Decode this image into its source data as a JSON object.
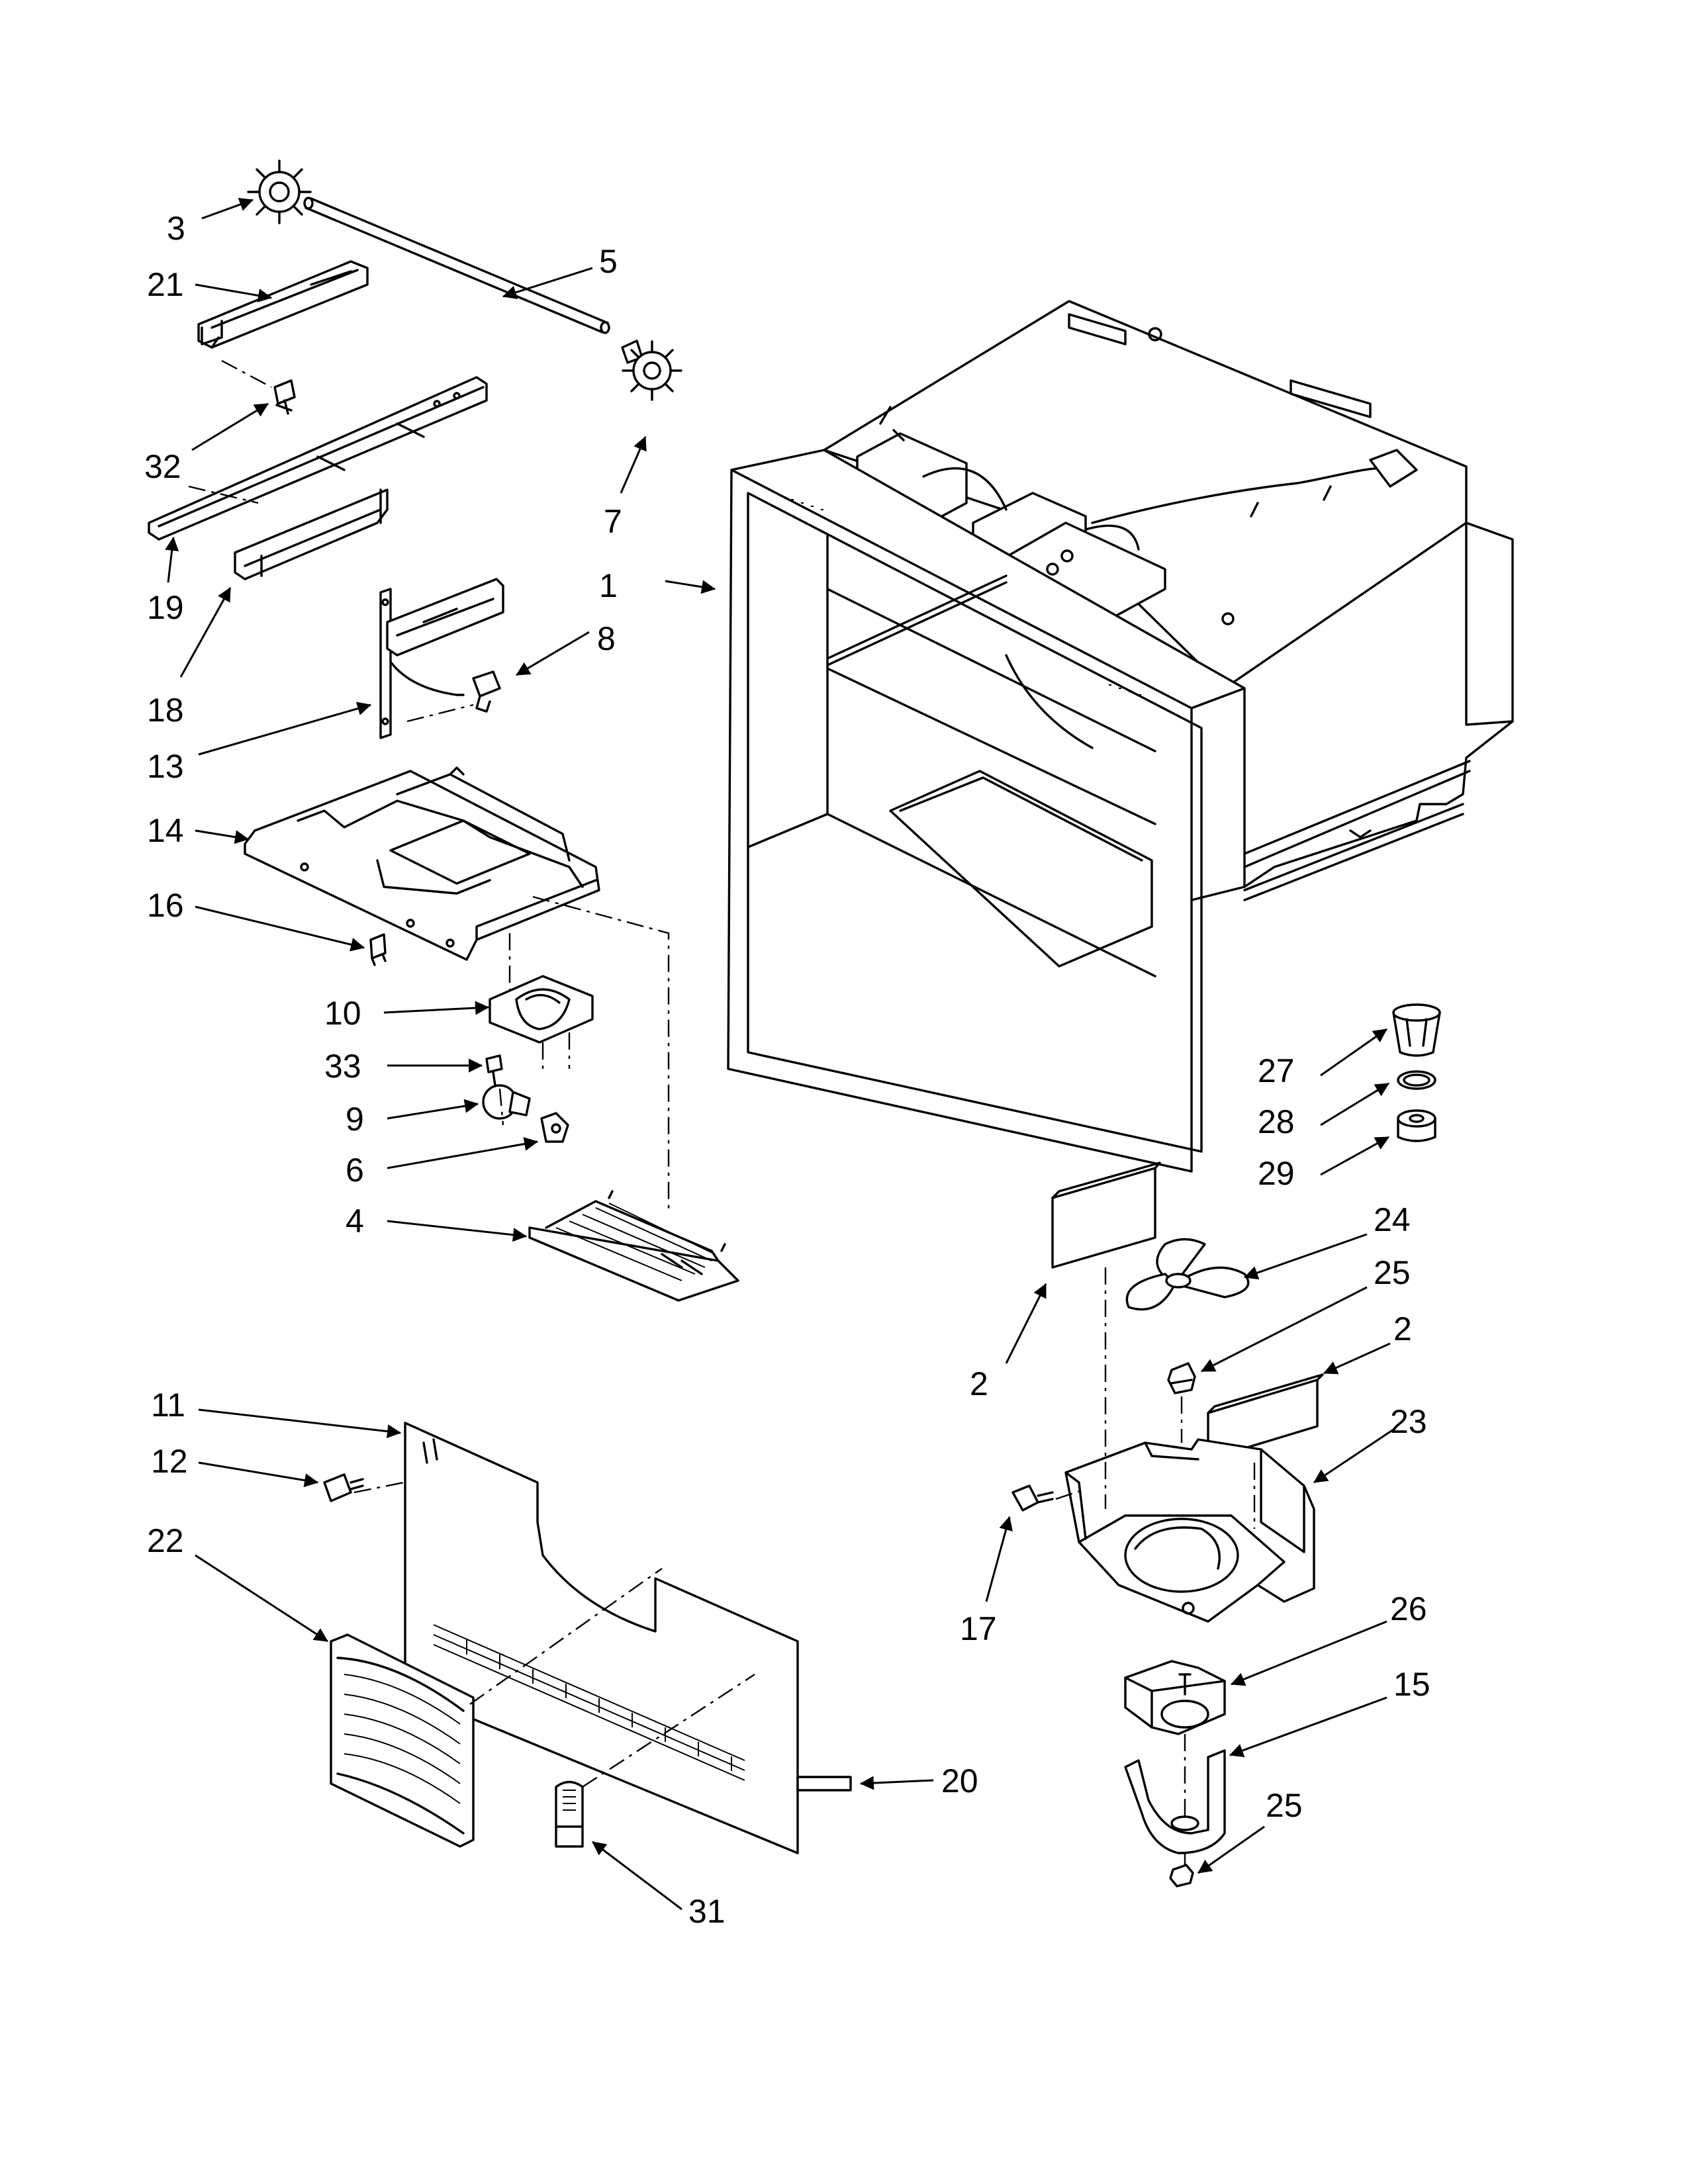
{
  "callouts": {
    "c1": "1",
    "c2a": "2",
    "c2b": "2",
    "c3": "3",
    "c4": "4",
    "c5": "5",
    "c6": "6",
    "c7": "7",
    "c8": "8",
    "c9": "9",
    "c10": "10",
    "c11": "11",
    "c12": "12",
    "c13": "13",
    "c14": "14",
    "c15": "15",
    "c16": "16",
    "c17": "17",
    "c18": "18",
    "c19": "19",
    "c20": "20",
    "c21": "21",
    "c22": "22",
    "c23": "23",
    "c24": "24",
    "c25a": "25",
    "c25b": "25",
    "c26": "26",
    "c27": "27",
    "c28": "28",
    "c29": "29",
    "c31": "31",
    "c32": "32",
    "c33": "33"
  }
}
